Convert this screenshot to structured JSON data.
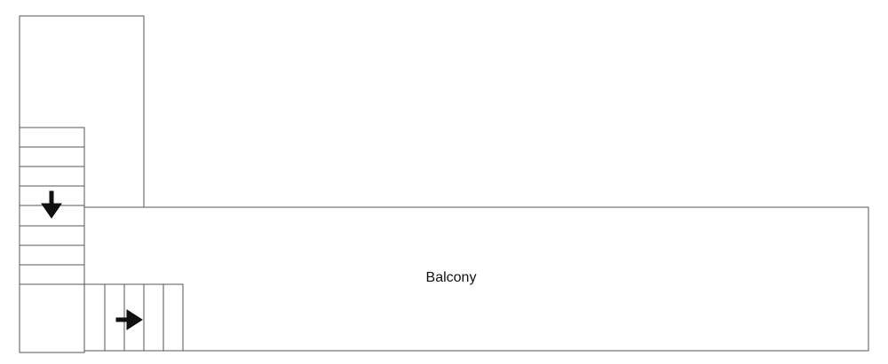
{
  "rooms": {
    "balcony": {
      "label": "Balcony"
    }
  },
  "stairs": {
    "vertical_flight": {
      "direction": "down",
      "icon": "arrow-down-icon"
    },
    "horizontal_flight": {
      "direction": "right",
      "icon": "arrow-right-icon"
    }
  },
  "colors": {
    "line": "#555555",
    "arrow": "#111111",
    "text": "#111111",
    "background": "#ffffff"
  }
}
